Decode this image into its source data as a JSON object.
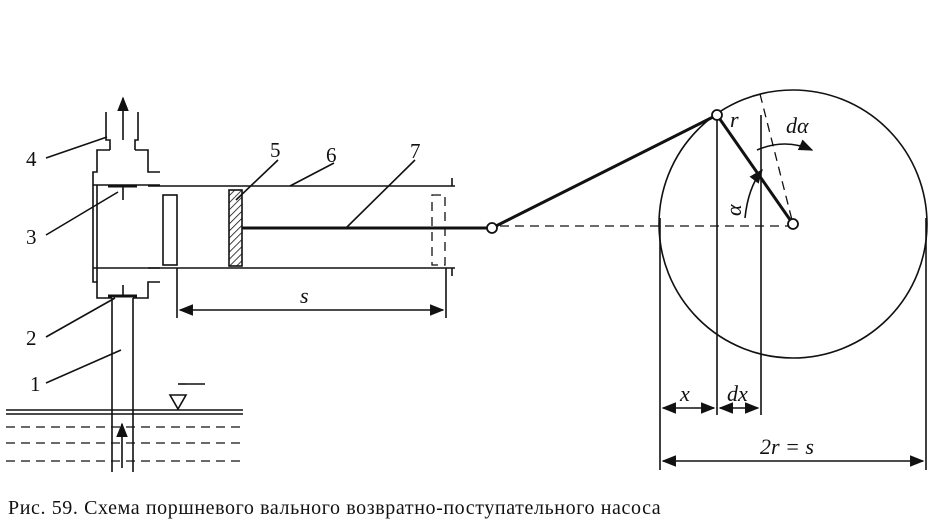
{
  "labels": {
    "n1": "1",
    "n2": "2",
    "n3": "3",
    "n4": "4",
    "n5": "5",
    "n6": "6",
    "n7": "7",
    "s_stroke": "s",
    "r": "r",
    "alpha": "α",
    "dalpha": "dα",
    "x": "x",
    "dx": "dx",
    "diameter": "2r = s"
  },
  "caption": "Рис. 59. Схема поршневого вального возвратно-поступательного насоса"
}
